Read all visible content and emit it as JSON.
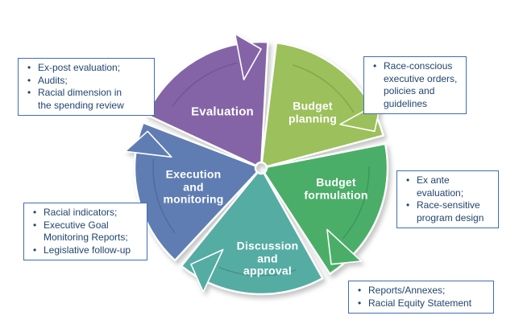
{
  "diagram": {
    "type": "cycle",
    "title": "",
    "segments": [
      {
        "id": "budget-planning",
        "label": "Budget\nplanning",
        "color": "#9CC05B"
      },
      {
        "id": "budget-formulation",
        "label": "Budget\nformulation",
        "color": "#4BAE68"
      },
      {
        "id": "discussion-approval",
        "label": "Discussion\nand\napproval",
        "color": "#55ACA3"
      },
      {
        "id": "execution-monitoring",
        "label": "Execution\nand\nmonitoring",
        "color": "#5F7DB3"
      },
      {
        "id": "evaluation",
        "label": "Evaluation",
        "color": "#8464A7"
      }
    ],
    "callouts": {
      "evaluation": {
        "items": [
          "Ex-post evaluation;",
          "Audits;",
          "Racial dimension in\nthe spending review"
        ]
      },
      "budget_planning": {
        "items": [
          "Race-conscious\nexecutive orders,\npolicies and\nguidelines"
        ]
      },
      "budget_formulation": {
        "items": [
          "Ex ante\nevaluation;",
          "Race-sensitive\nprogram design"
        ]
      },
      "discussion_approval": {
        "items": [
          "Reports/Annexes;",
          "Racial Equity Statement"
        ]
      },
      "execution_monitoring": {
        "items": [
          "Racial indicators;",
          "Executive Goal\nMonitoring Reports;",
          "Legislative follow-up"
        ]
      }
    },
    "colors": {
      "callout_border": "#3F6DB5",
      "callout_text": "#21456F",
      "background": "#FFFFFF"
    }
  }
}
